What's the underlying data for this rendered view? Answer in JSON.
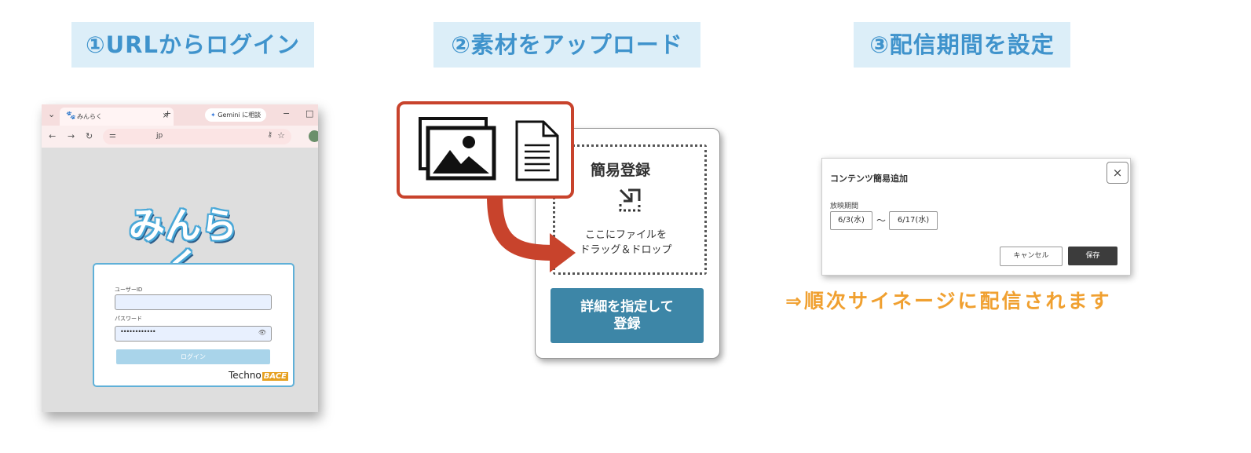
{
  "steps": [
    {
      "label": "①URLからログイン"
    },
    {
      "label": "②素材をアップロード"
    },
    {
      "label": "③配信期間を設定"
    }
  ],
  "browser": {
    "tab_title": "みんらく",
    "tab_favicon": "🐾",
    "gemini_label": "Gemini に相談",
    "url": "jp",
    "app_logo": "みんらく",
    "login": {
      "user_label": "ユーザーID",
      "password_label": "パスワード",
      "password_value": "••••••••••••",
      "button_label": "ログイン",
      "brand_text": "Techno",
      "brand_highlight": "BACE"
    }
  },
  "upload": {
    "title": "簡易登録",
    "drop_line1": "ここにファイルを",
    "drop_line2": "ドラッグ＆ドロップ",
    "detail_line1": "詳細を指定して",
    "detail_line2": "登録"
  },
  "dialog": {
    "title": "コンテンツ簡易追加",
    "close_symbol": "×",
    "period_label": "放映期間",
    "start_date": "6/3(水)",
    "tilde": "～",
    "end_date": "6/17(水)",
    "cancel_label": "キャンセル",
    "save_label": "保存"
  },
  "result_text": "⇒順次サイネージに配信されます",
  "colors": {
    "step_bg": "#dceef8",
    "step_text": "#3f93cc",
    "accent_red": "#c8432c",
    "button_teal": "#3d86a7",
    "result_orange": "#f0a030"
  }
}
